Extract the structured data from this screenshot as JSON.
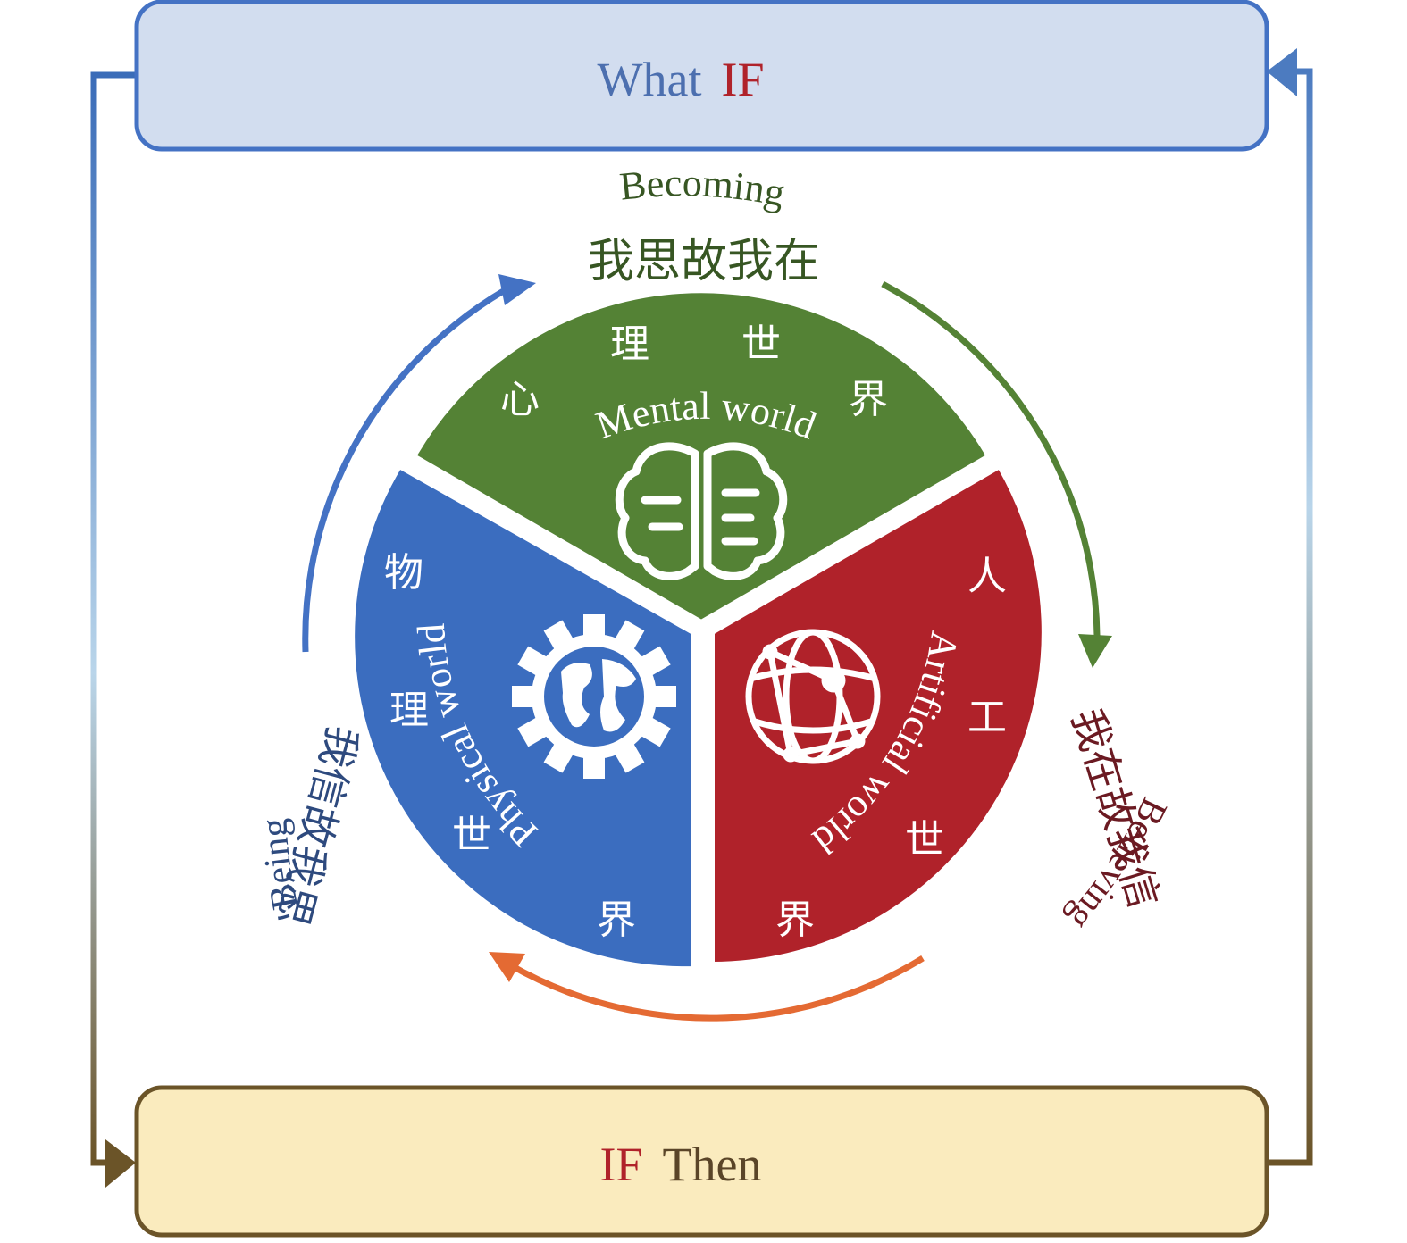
{
  "top_box": {
    "word_a": "What",
    "word_b": "IF"
  },
  "bottom_box": {
    "word_a": "IF",
    "word_b": "Then"
  },
  "becoming": {
    "en": "Becoming",
    "zh": "我思故我在"
  },
  "believing": {
    "en": "Believing",
    "zh": "我在故我信"
  },
  "being": {
    "en": "Being",
    "zh": "我信故我思"
  },
  "mental": {
    "en": "Mental world",
    "zh1": "心",
    "zh2": "理",
    "zh3": "世",
    "zh4": "界",
    "icon": "brain-icon",
    "color": "#548235"
  },
  "artificial": {
    "en": "Artificial world",
    "zh1": "人",
    "zh2": "工",
    "zh3": "世",
    "zh4": "界",
    "icon": "network-globe-icon",
    "color": "#B0222A"
  },
  "physical": {
    "en": "Physical world",
    "zh1": "物",
    "zh2": "理",
    "zh3": "世",
    "zh4": "界",
    "icon": "gear-globe-icon",
    "color": "#3B6DBF"
  },
  "colors": {
    "blue_text": "#4C6FAF",
    "red_text": "#B0222A",
    "green_text": "#375623",
    "brown_text": "#5A4528",
    "maroon_text": "#6B1A22",
    "navy_text": "#2E4A7E",
    "orange_arrow": "#E46A33",
    "top_fill": "#D2DDEF",
    "bottom_fill": "#FAEBBE"
  }
}
